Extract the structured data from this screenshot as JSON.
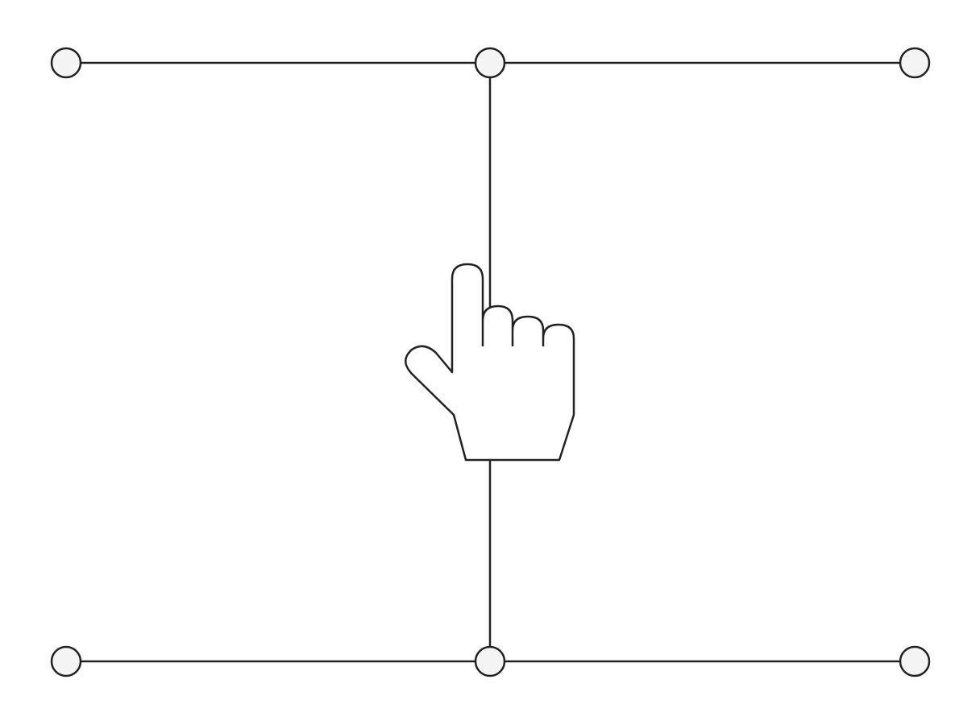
{
  "colors": {
    "background": "#ffffff",
    "stroke": "#222222",
    "node_fill": "#f4f4f4",
    "hand_fill": "#ffffff"
  },
  "diagram": {
    "nodes": [
      {
        "id": "top-left"
      },
      {
        "id": "top-center"
      },
      {
        "id": "top-right"
      },
      {
        "id": "bottom-left"
      },
      {
        "id": "bottom-center"
      },
      {
        "id": "bottom-right"
      }
    ],
    "edges": [
      {
        "from": "top-left",
        "to": "top-center"
      },
      {
        "from": "top-center",
        "to": "top-right"
      },
      {
        "from": "bottom-left",
        "to": "bottom-center"
      },
      {
        "from": "bottom-center",
        "to": "bottom-right"
      },
      {
        "from": "top-center",
        "to": "bottom-center"
      }
    ],
    "cursor_icon": "pointing-hand-icon"
  }
}
